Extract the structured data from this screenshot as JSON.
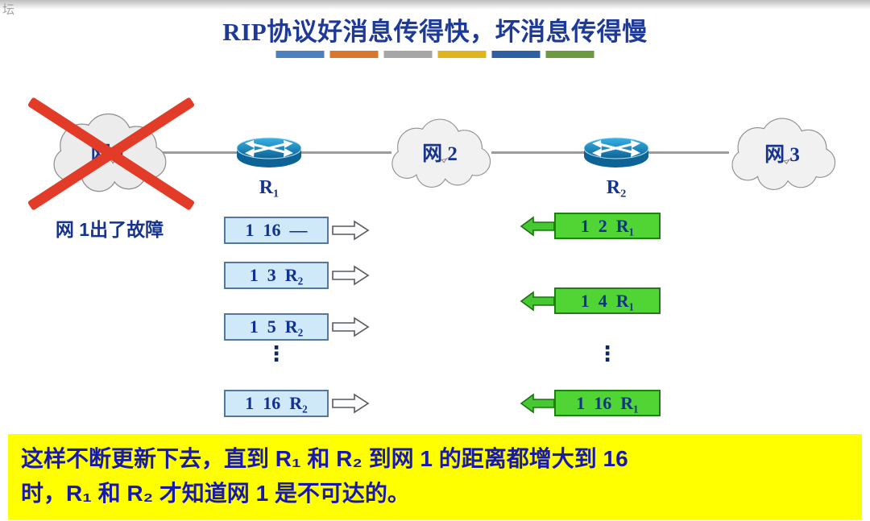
{
  "watermark": "坛",
  "title": "RIP协议好消息传得快，坏消息传得慢",
  "divider_colors": [
    "#4e80bd",
    "#d9772e",
    "#a6a6a6",
    "#e0b41f",
    "#2e5fa3",
    "#6d9a41"
  ],
  "network": {
    "clouds": [
      {
        "label": "网 1"
      },
      {
        "label": "网 2"
      },
      {
        "label": "网 3"
      }
    ],
    "routers": [
      {
        "label": "R₁"
      },
      {
        "label": "R₂"
      }
    ],
    "fault_label": "网 1出了故障"
  },
  "left_updates": {
    "messages": [
      "1  16  —",
      "1  3  R₂",
      "1  5  R₂",
      "1  16  R₂"
    ],
    "ellipsis": "⋮"
  },
  "right_updates": {
    "messages": [
      "1  2  R₁",
      "1  4  R₁",
      "1  16  R₁"
    ],
    "ellipsis": "⋮"
  },
  "banner": {
    "line1": "这样不断更新下去，直到 R₁ 和 R₂ 到网 1 的距离都增大到 16",
    "line2": "时，R₁ 和 R₂ 才知道网 1 是不可达的。"
  },
  "colors": {
    "title_text": "#1d3a99",
    "navy_label": "#16348c",
    "blue_box_fill": "#cfe9f9",
    "green_box_fill": "#50d535",
    "green_box_border": "#1f7f12",
    "banner_bg": "#ffff00",
    "banner_text": "#1718b0",
    "cross_red": "#e23b28",
    "router_blue": "#1b9cd8"
  }
}
